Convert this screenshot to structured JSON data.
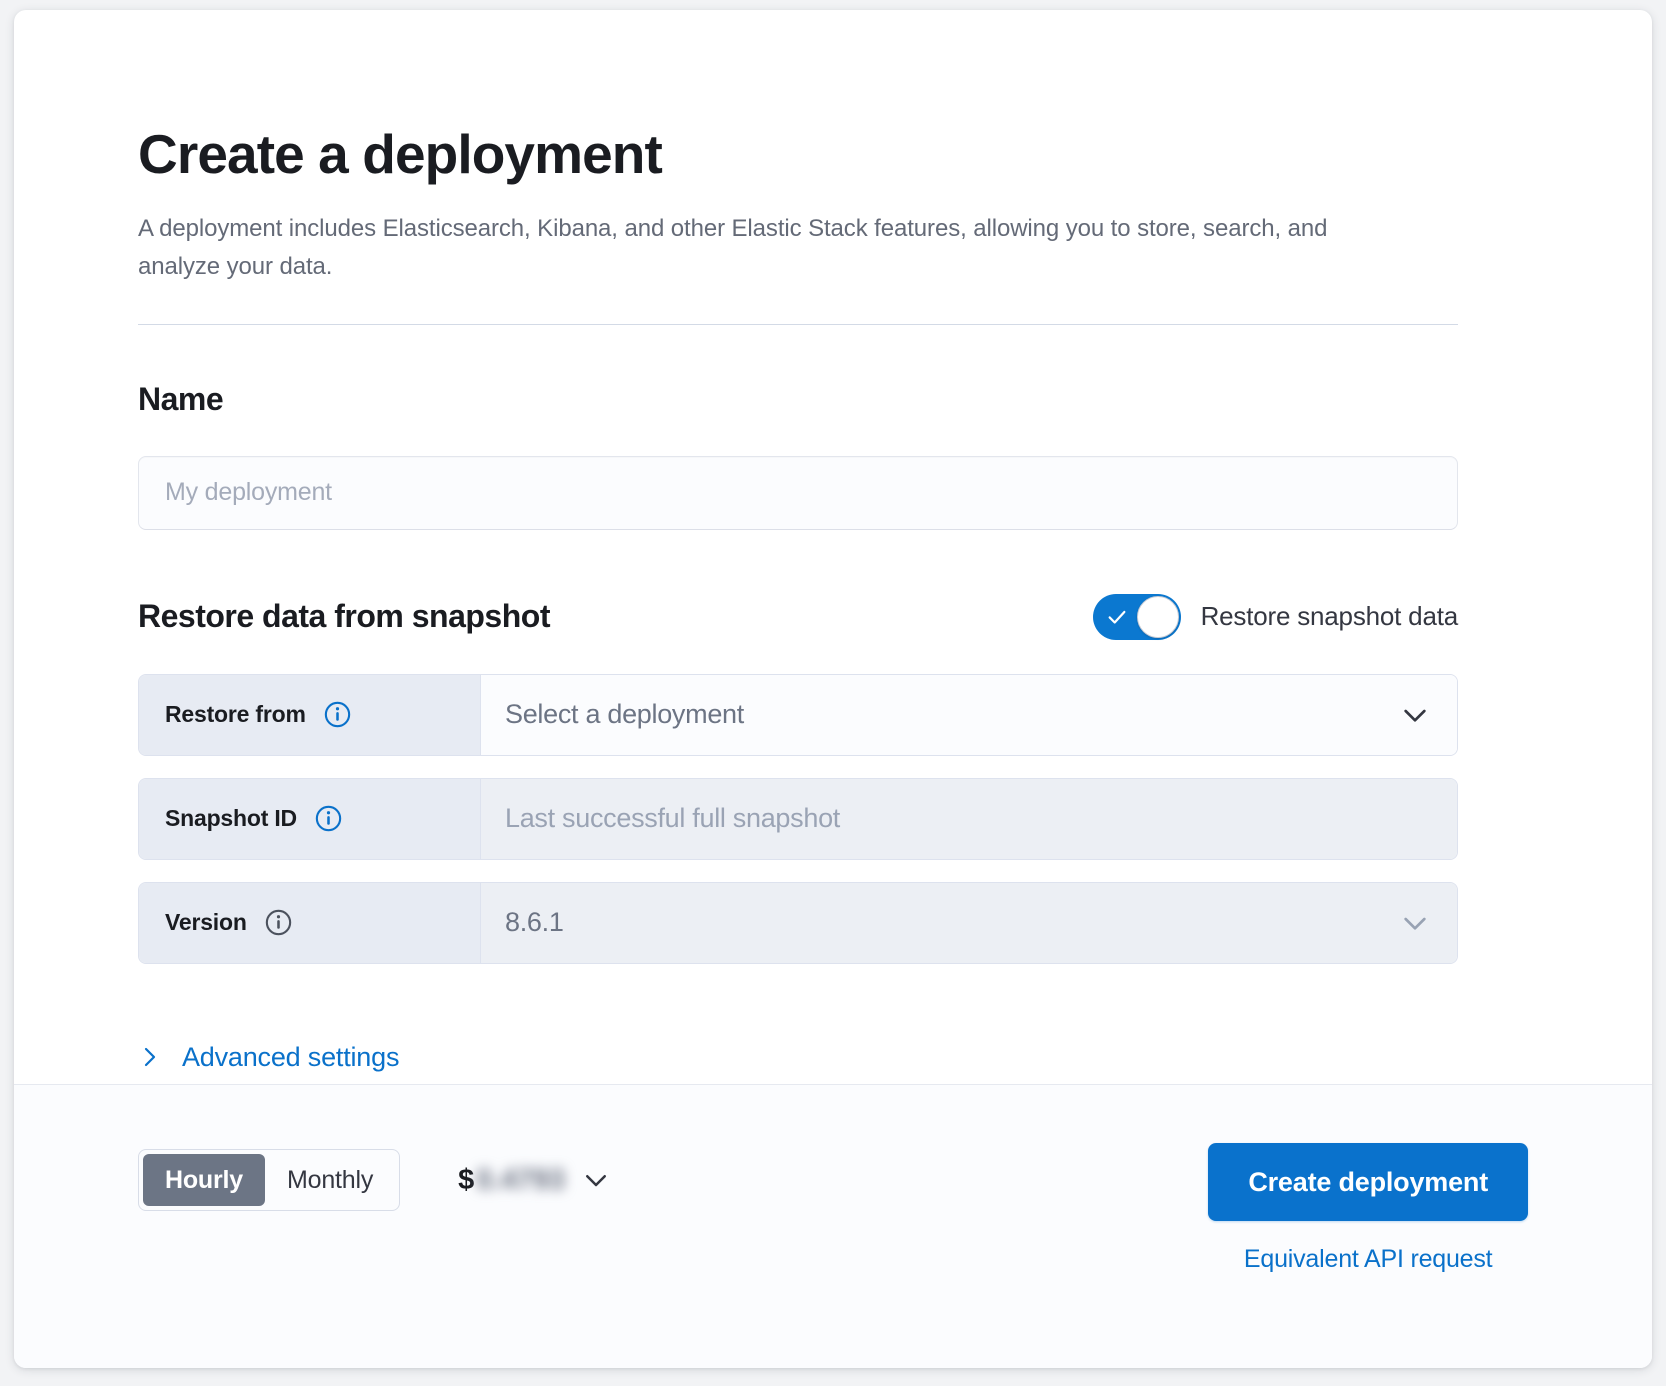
{
  "header": {
    "title": "Create a deployment",
    "subtitle": "A deployment includes Elasticsearch, Kibana, and other Elastic Stack features, allowing you to store, search, and analyze your data."
  },
  "name_section": {
    "title": "Name",
    "input_placeholder": "My deployment",
    "input_value": ""
  },
  "restore_section": {
    "title": "Restore data from snapshot",
    "toggle_label": "Restore snapshot data",
    "toggle_on": true,
    "rows": [
      {
        "label": "Restore from",
        "value": "Select a deployment",
        "info_icon": "info-circle-icon",
        "info_state": "active",
        "disabled": false,
        "has_chevron": true,
        "is_placeholder": false
      },
      {
        "label": "Snapshot ID",
        "value": "Last successful full snapshot",
        "info_icon": "info-circle-icon",
        "info_state": "active",
        "disabled": true,
        "has_chevron": false,
        "is_placeholder": true
      },
      {
        "label": "Version",
        "value": "8.6.1",
        "info_icon": "info-circle-icon",
        "info_state": "disabled",
        "disabled": true,
        "has_chevron": true,
        "is_placeholder": false
      }
    ],
    "advanced_settings_label": "Advanced settings",
    "advanced_caret_icon": "chevron-right-icon"
  },
  "footer": {
    "billing_options": [
      "Hourly",
      "Monthly"
    ],
    "billing_selected": "Hourly",
    "price_currency": "$",
    "price_value": "0.4793",
    "price_chevron_icon": "chevron-down-icon",
    "create_button_label": "Create deployment",
    "api_link_label": "Equivalent API request"
  },
  "colors": {
    "accent_blue": "#0a72cc",
    "toggle_on": "#0b78d0",
    "segment_active": "#6c7585",
    "label_bg": "#e7ebf3",
    "disabled_bg": "#eceff4",
    "text_primary": "#1a1c21",
    "text_muted": "#646a77"
  }
}
